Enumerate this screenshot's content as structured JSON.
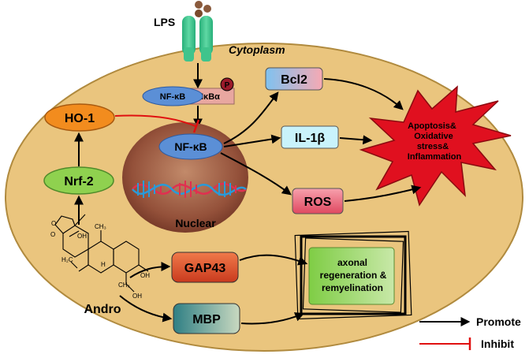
{
  "labels": {
    "lps": "LPS",
    "cytoplasm": "Cytoplasm",
    "nfkb_complex": "NF-κB",
    "ikba": "IκBα",
    "phospho": "P",
    "nfkb_nuclear": "NF-κB",
    "nuclear": "Nuclear",
    "ho1": "HO-1",
    "nrf2": "Nrf-2",
    "bcl2": "Bcl2",
    "il1b": "IL-1β",
    "ros": "ROS",
    "outcome_line1": "Apoptosis&",
    "outcome_line2": "Oxidative",
    "outcome_line3": "stress&",
    "outcome_line4": "Inflammation",
    "gap43": "GAP43",
    "mbp": "MBP",
    "regen_line1": "axonal",
    "regen_line2": "regeneration &",
    "regen_line3": "remyelination",
    "andro": "Andro",
    "chem_oh1": "OH",
    "chem_oh2": "OH",
    "chem_oh3": "OH",
    "chem_o1": "O",
    "chem_o2": "O",
    "chem_ch3a": "CH₃",
    "chem_ch3b": "CH₃",
    "chem_h2c": "H₂C",
    "chem_h": "H"
  },
  "legend": {
    "promote": "Promote",
    "inhibit": "Inhibit"
  },
  "colors": {
    "cell_fill": "#eac57e",
    "cell_stroke": "#b08a3e",
    "receptor": "#3fc48c",
    "lps_ball": "#8a5a3c",
    "nfkb_blue": "#5b8fd6",
    "ikba_pink": "#e8a7a0",
    "phospho_red": "#9a1a2a",
    "nucleus": "#8a4a36",
    "ho1_orange": "#f28c1e",
    "nrf2_green": "#8fd14f",
    "bcl2": "#9bd0f0",
    "il1b": "#c9f3fb",
    "ros": "#f16b7c",
    "star_red": "#e0101f",
    "gap43": "#e0522e",
    "mbp": "#3d8c8e",
    "regen": "#8bd24e",
    "inhibit_red": "#e01010"
  }
}
